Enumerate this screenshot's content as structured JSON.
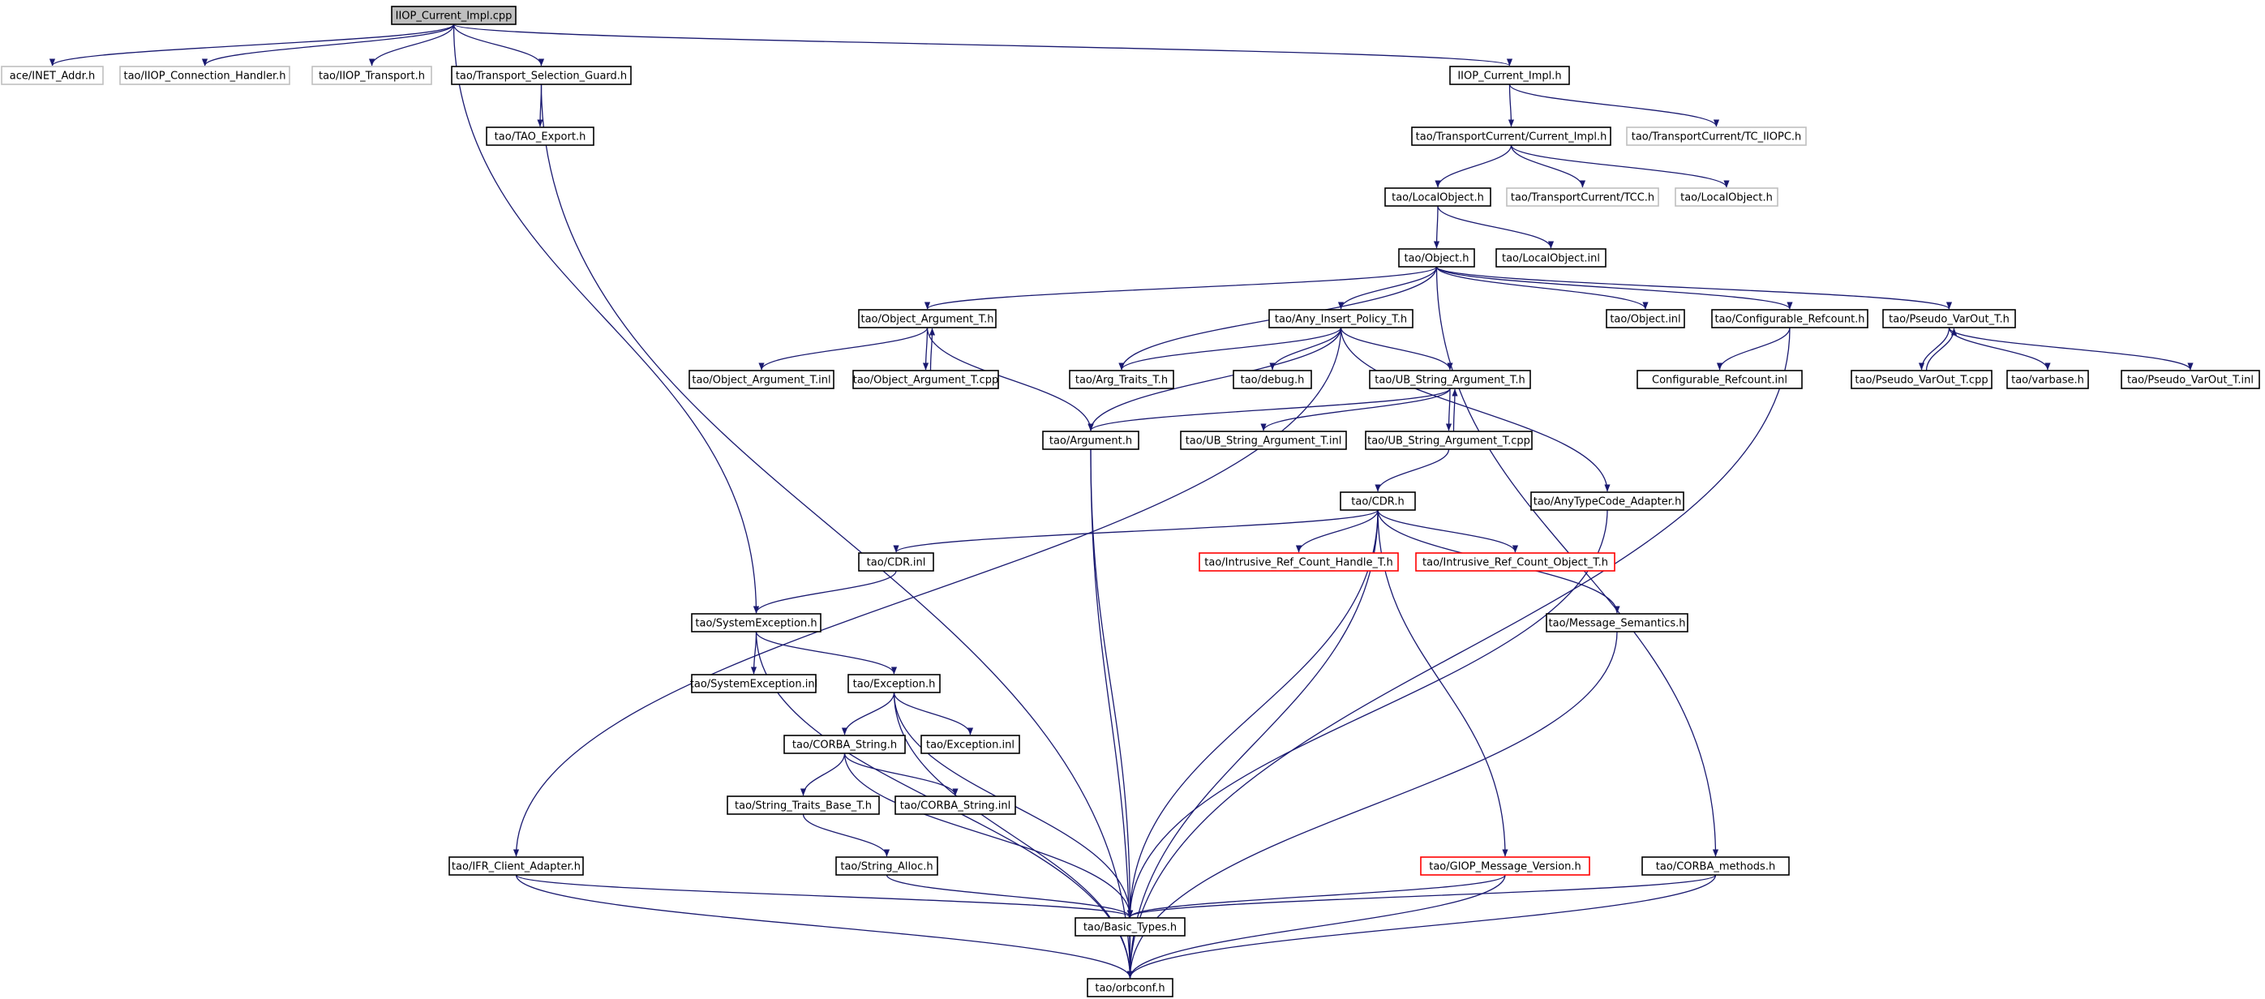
{
  "colors": {
    "edge": "#191970",
    "box_default": "#000000",
    "box_external": "#bfbfbf",
    "box_missing": "#ff0000",
    "fill_root": "#bfbfbf",
    "fill_default": "#ffffff",
    "text": "#000000"
  },
  "nodes": [
    {
      "id": "n0",
      "label": "IIOP_Current_Impl.cpp",
      "kind": "root"
    },
    {
      "id": "n1",
      "label": "ace/INET_Addr.h",
      "kind": "external"
    },
    {
      "id": "n2",
      "label": "tao/IIOP_Connection_Handler.h",
      "kind": "external"
    },
    {
      "id": "n3",
      "label": "tao/IIOP_Transport.h",
      "kind": "external"
    },
    {
      "id": "n4",
      "label": "tao/Transport_Selection_Guard.h",
      "kind": "default"
    },
    {
      "id": "n5",
      "label": "IIOP_Current_Impl.h",
      "kind": "default"
    },
    {
      "id": "n6",
      "label": "tao/TAO_Export.h",
      "kind": "default"
    },
    {
      "id": "n7",
      "label": "tao/TransportCurrent/Current_Impl.h",
      "kind": "default"
    },
    {
      "id": "n8",
      "label": "tao/TransportCurrent/TC_IIOPC.h",
      "kind": "external"
    },
    {
      "id": "n9",
      "label": "tao/LocalObject.h",
      "kind": "default"
    },
    {
      "id": "n10",
      "label": "tao/TransportCurrent/TCC.h",
      "kind": "external"
    },
    {
      "id": "n11",
      "label": "tao/LocalObject.h",
      "kind": "external"
    },
    {
      "id": "n12",
      "label": "tao/Object.h",
      "kind": "default"
    },
    {
      "id": "n13",
      "label": "tao/LocalObject.inl",
      "kind": "default"
    },
    {
      "id": "n14",
      "label": "tao/Object_Argument_T.h",
      "kind": "default"
    },
    {
      "id": "n15",
      "label": "tao/Any_Insert_Policy_T.h",
      "kind": "default"
    },
    {
      "id": "n16",
      "label": "tao/Object.inl",
      "kind": "default"
    },
    {
      "id": "n17",
      "label": "tao/Configurable_Refcount.h",
      "kind": "default"
    },
    {
      "id": "n18",
      "label": "tao/Pseudo_VarOut_T.h",
      "kind": "default"
    },
    {
      "id": "n19",
      "label": "tao/Object_Argument_T.inl",
      "kind": "default"
    },
    {
      "id": "n20",
      "label": "tao/Object_Argument_T.cpp",
      "kind": "default"
    },
    {
      "id": "n21",
      "label": "tao/Arg_Traits_T.h",
      "kind": "default"
    },
    {
      "id": "n22",
      "label": "tao/debug.h",
      "kind": "default"
    },
    {
      "id": "n23",
      "label": "tao/UB_String_Argument_T.h",
      "kind": "default"
    },
    {
      "id": "n24",
      "label": "Configurable_Refcount.inl",
      "kind": "default"
    },
    {
      "id": "n25",
      "label": "tao/Pseudo_VarOut_T.cpp",
      "kind": "default"
    },
    {
      "id": "n26",
      "label": "tao/varbase.h",
      "kind": "default"
    },
    {
      "id": "n27",
      "label": "tao/Pseudo_VarOut_T.inl",
      "kind": "default"
    },
    {
      "id": "n28",
      "label": "tao/Argument.h",
      "kind": "default"
    },
    {
      "id": "n29",
      "label": "tao/UB_String_Argument_T.inl",
      "kind": "default"
    },
    {
      "id": "n30",
      "label": "tao/UB_String_Argument_T.cpp",
      "kind": "default"
    },
    {
      "id": "n31",
      "label": "tao/CDR.h",
      "kind": "default"
    },
    {
      "id": "n32",
      "label": "tao/AnyTypeCode_Adapter.h",
      "kind": "default"
    },
    {
      "id": "n33",
      "label": "tao/CDR.inl",
      "kind": "default"
    },
    {
      "id": "n34",
      "label": "tao/Intrusive_Ref_Count_Handle_T.h",
      "kind": "missing"
    },
    {
      "id": "n35",
      "label": "tao/Intrusive_Ref_Count_Object_T.h",
      "kind": "missing"
    },
    {
      "id": "n36",
      "label": "tao/SystemException.h",
      "kind": "default"
    },
    {
      "id": "n37",
      "label": "tao/Message_Semantics.h",
      "kind": "default"
    },
    {
      "id": "n38",
      "label": "tao/SystemException.inl",
      "kind": "default"
    },
    {
      "id": "n39",
      "label": "tao/Exception.h",
      "kind": "default"
    },
    {
      "id": "n40",
      "label": "tao/CORBA_String.h",
      "kind": "default"
    },
    {
      "id": "n41",
      "label": "tao/Exception.inl",
      "kind": "default"
    },
    {
      "id": "n42",
      "label": "tao/String_Traits_Base_T.h",
      "kind": "default"
    },
    {
      "id": "n43",
      "label": "tao/CORBA_String.inl",
      "kind": "default"
    },
    {
      "id": "n44",
      "label": "tao/String_Alloc.h",
      "kind": "default"
    },
    {
      "id": "n45",
      "label": "tao/IFR_Client_Adapter.h",
      "kind": "default"
    },
    {
      "id": "n46",
      "label": "tao/GIOP_Message_Version.h",
      "kind": "missing"
    },
    {
      "id": "n47",
      "label": "tao/CORBA_methods.h",
      "kind": "default"
    },
    {
      "id": "n48",
      "label": "tao/Basic_Types.h",
      "kind": "default"
    },
    {
      "id": "n49",
      "label": "tao/orbconf.h",
      "kind": "default"
    }
  ]
}
